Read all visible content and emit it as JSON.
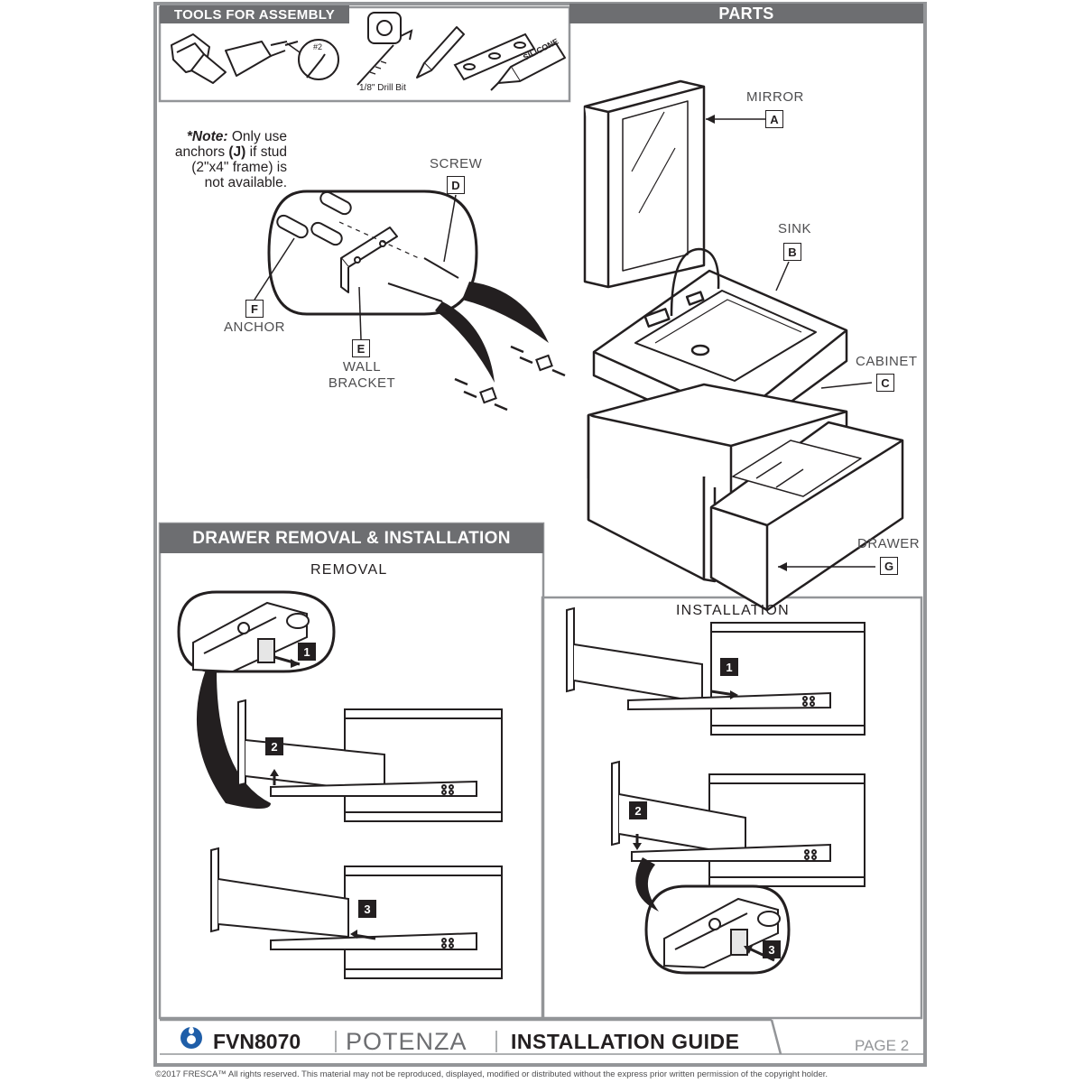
{
  "headers": {
    "tools": "TOOLS FOR ASSEMBLY",
    "parts": "PARTS",
    "drawer": "DRAWER REMOVAL & INSTALLATION"
  },
  "tools": {
    "bit_label": "#2",
    "drill_bit": "1/8\" Drill Bit",
    "silicone": "SILICONE"
  },
  "note": {
    "prefix": "*Note:",
    "text_1": " Only use anchors ",
    "anchor_letter": "(J)",
    "text_2": " if stud (2\"x4\" frame) is not available."
  },
  "hardware": {
    "screw": {
      "name": "SCREW",
      "letter": "D"
    },
    "anchor": {
      "name": "ANCHOR",
      "letter": "F"
    },
    "wall_bracket": {
      "name_1": "WALL",
      "name_2": "BRACKET",
      "letter": "E"
    }
  },
  "parts": [
    {
      "name": "MIRROR",
      "letter": "A"
    },
    {
      "name": "SINK",
      "letter": "B"
    },
    {
      "name": "CABINET",
      "letter": "C"
    },
    {
      "name": "DRAWER",
      "letter": "G"
    }
  ],
  "removal": {
    "title": "REMOVAL",
    "steps": [
      "1",
      "2",
      "3"
    ]
  },
  "installation": {
    "title": "INSTALLATION",
    "steps": [
      "1",
      "2",
      "3"
    ]
  },
  "footer": {
    "model": "FVN8070",
    "collection": "POTENZA",
    "guide": "INSTALLATION GUIDE",
    "page": "PAGE 2",
    "copyright": "©2017 FRESCA™ All rights reserved. This material may not be reproduced, displayed, modified or distributed without the express prior written permission of the copyright holder."
  },
  "colors": {
    "header_gray": "#6d6e71",
    "ink": "#231f20",
    "frame_gray": "#939598"
  }
}
